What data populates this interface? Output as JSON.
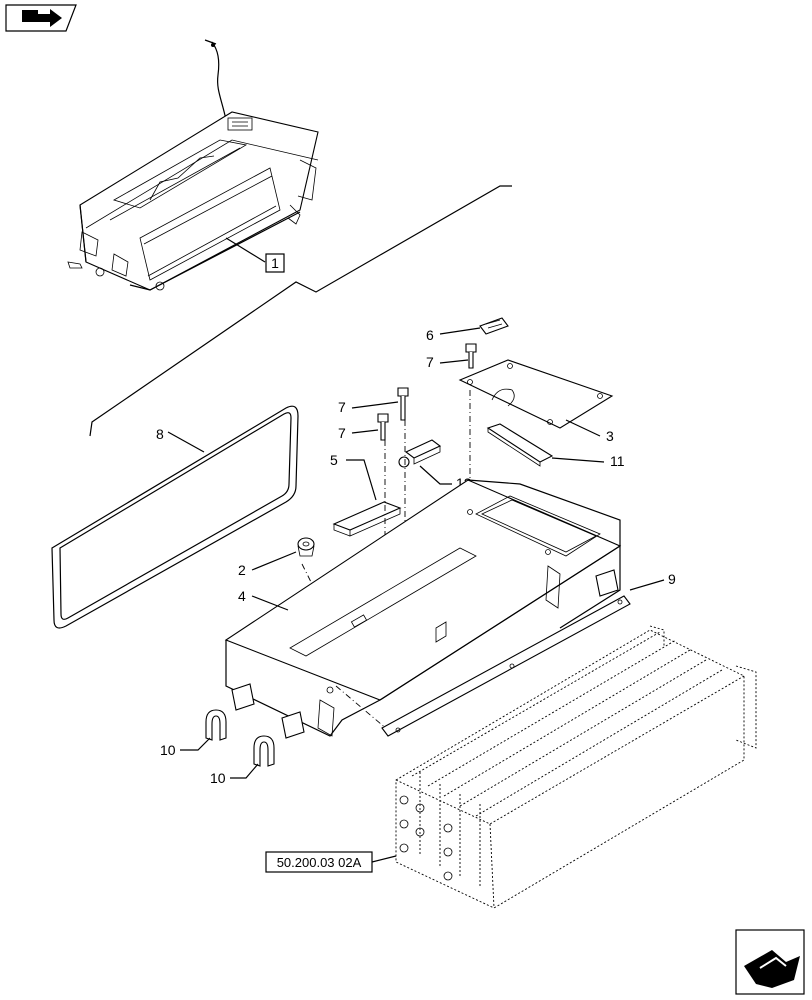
{
  "nav": {
    "top_icon": "book-arrow-icon",
    "bottom_icon": "next-page-arrow-icon"
  },
  "callouts": {
    "c1": "1",
    "c2": "2",
    "c3": "3",
    "c4": "4",
    "c5": "5",
    "c6": "6",
    "c7a": "7",
    "c7b": "7",
    "c7c": "7",
    "c8": "8",
    "c9": "9",
    "c10a": "10",
    "c10b": "10",
    "c11": "11",
    "c12": "12"
  },
  "reference": {
    "label": "50.200.03 02A"
  }
}
